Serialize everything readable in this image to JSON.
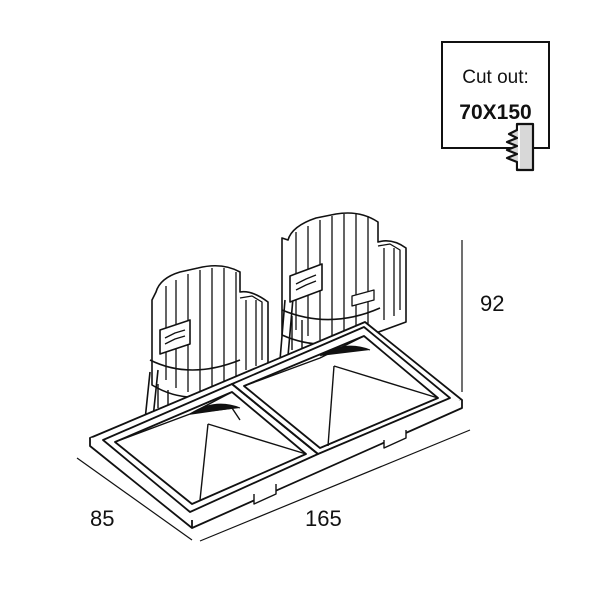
{
  "dimensions": {
    "height": "92",
    "depth": "85",
    "width": "165"
  },
  "cutout": {
    "label": "Cut out:",
    "size": "70X150"
  },
  "icons": {
    "cutout_tool": "saw-icon"
  },
  "colors": {
    "line": "#111111",
    "fill": "#ffffff",
    "shade": "#c8c8c8"
  }
}
